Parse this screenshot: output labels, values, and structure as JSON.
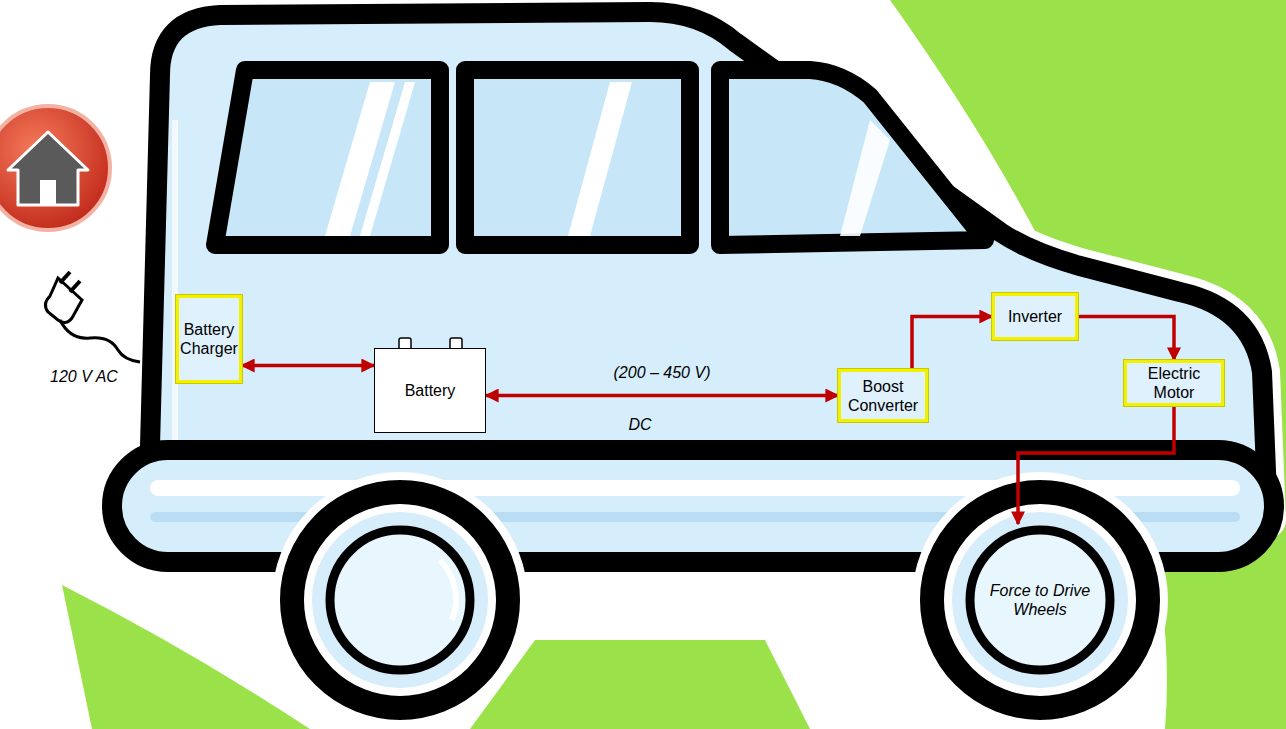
{
  "diagram": {
    "nodes": [
      {
        "text": [
          "Battery Charger"
        ]
      },
      {
        "text": [
          "Battery"
        ]
      },
      {
        "text": [
          "Boost Converter"
        ]
      },
      {
        "text": [
          "Inverter"
        ]
      },
      {
        "text": [
          "Electric Motor"
        ]
      },
      {
        "text": [
          "Force to Drive Wheels"
        ]
      }
    ],
    "edges": [
      {
        "from": 0,
        "to": 1,
        "arrow": "both"
      },
      {
        "from": 1,
        "to": 2,
        "arrow": "both",
        "label": "(200 – 450 V)"
      },
      {
        "from": 2,
        "to": 3,
        "arrow": "to"
      },
      {
        "from": 3,
        "to": 4,
        "arrow": "to"
      },
      {
        "from": 4,
        "to": 5,
        "arrow": "to"
      }
    ],
    "labels": [
      "DC",
      "120 V AC"
    ]
  }
}
